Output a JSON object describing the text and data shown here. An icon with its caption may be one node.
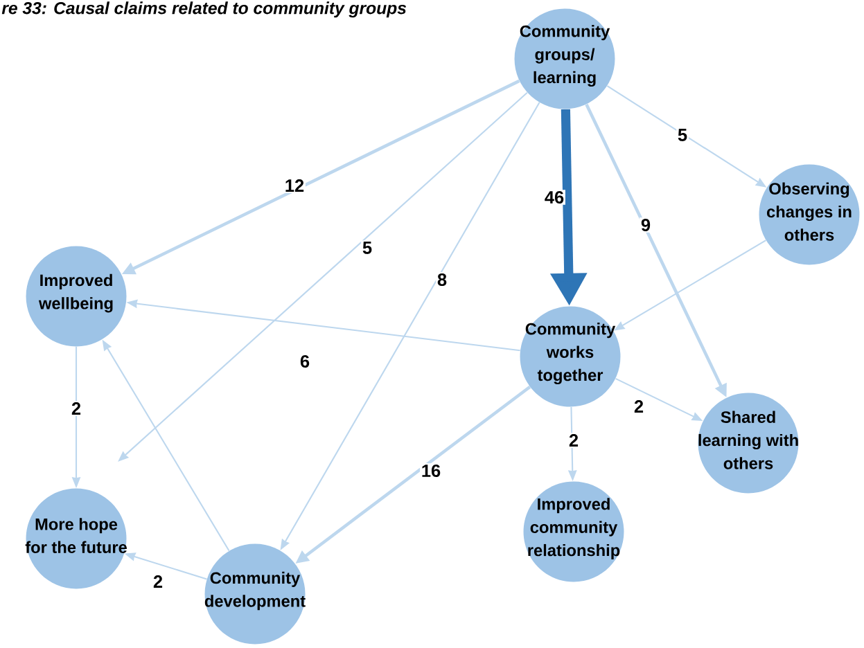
{
  "diagram": {
    "title": "re 33: Causal claims related to community groups",
    "nodes": [
      {
        "text": [
          "Community groups/ learning"
        ]
      },
      {
        "text": [
          "Observing changes in others"
        ]
      },
      {
        "text": [
          "Improved wellbeing"
        ]
      },
      {
        "text": [
          "Community works together"
        ]
      },
      {
        "text": [
          "Shared learning with others"
        ]
      },
      {
        "text": [
          "More hope for the future"
        ]
      },
      {
        "text": [
          "Improved community relationship"
        ]
      },
      {
        "text": [
          "Community development"
        ]
      }
    ],
    "edges": [
      {
        "from": 0,
        "to": 2,
        "arrow": "to",
        "label": "12",
        "style": "thick"
      },
      {
        "from": 0,
        "to": null,
        "arrow": "to",
        "label": "5"
      },
      {
        "from": 0,
        "to": 7,
        "arrow": "to",
        "label": "8"
      },
      {
        "from": 0,
        "to": 3,
        "arrow": "to",
        "label": "46",
        "style": "thick",
        "color": "#2e75b6"
      },
      {
        "from": 0,
        "to": 4,
        "arrow": "to",
        "label": "9",
        "style": "thick"
      },
      {
        "from": 0,
        "to": 1,
        "arrow": "to",
        "label": "5"
      },
      {
        "from": 1,
        "to": 3,
        "arrow": "to"
      },
      {
        "from": 3,
        "to": 2,
        "arrow": "to",
        "label": "6"
      },
      {
        "from": 3,
        "to": 7,
        "arrow": "to",
        "label": "16",
        "style": "thick"
      },
      {
        "from": 3,
        "to": 6,
        "arrow": "to",
        "label": "2"
      },
      {
        "from": 3,
        "to": 4,
        "arrow": "to",
        "label": "2"
      },
      {
        "from": 2,
        "to": 5,
        "arrow": "to",
        "label": "2"
      },
      {
        "from": 7,
        "to": 5,
        "arrow": "to",
        "label": "2"
      },
      {
        "from": 7,
        "to": 2,
        "arrow": "to"
      }
    ]
  }
}
